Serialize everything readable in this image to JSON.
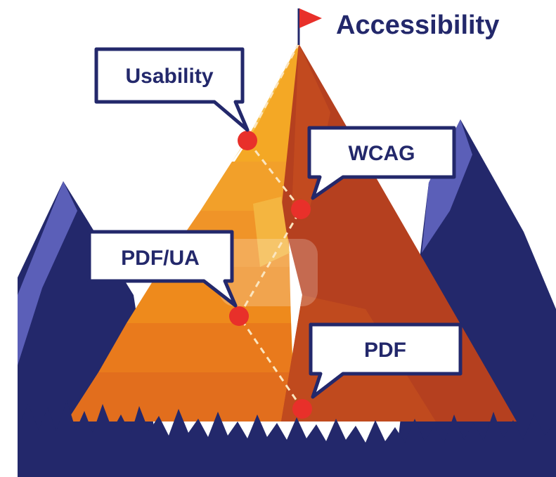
{
  "title": "Accessibility",
  "colors": {
    "navy": "#23286b",
    "periwinkle": "#5b5fb8",
    "light_orange": "#f4a825",
    "mid_orange": "#ee8a1c",
    "dark_orange": "#d2581c",
    "rust": "#b5401f",
    "pin_red": "#e8302a",
    "flag_red": "#e8302a",
    "white": "#ffffff"
  },
  "milestones": [
    {
      "label": "PDF"
    },
    {
      "label": "PDF/UA"
    },
    {
      "label": "WCAG"
    },
    {
      "label": "Usability"
    }
  ]
}
